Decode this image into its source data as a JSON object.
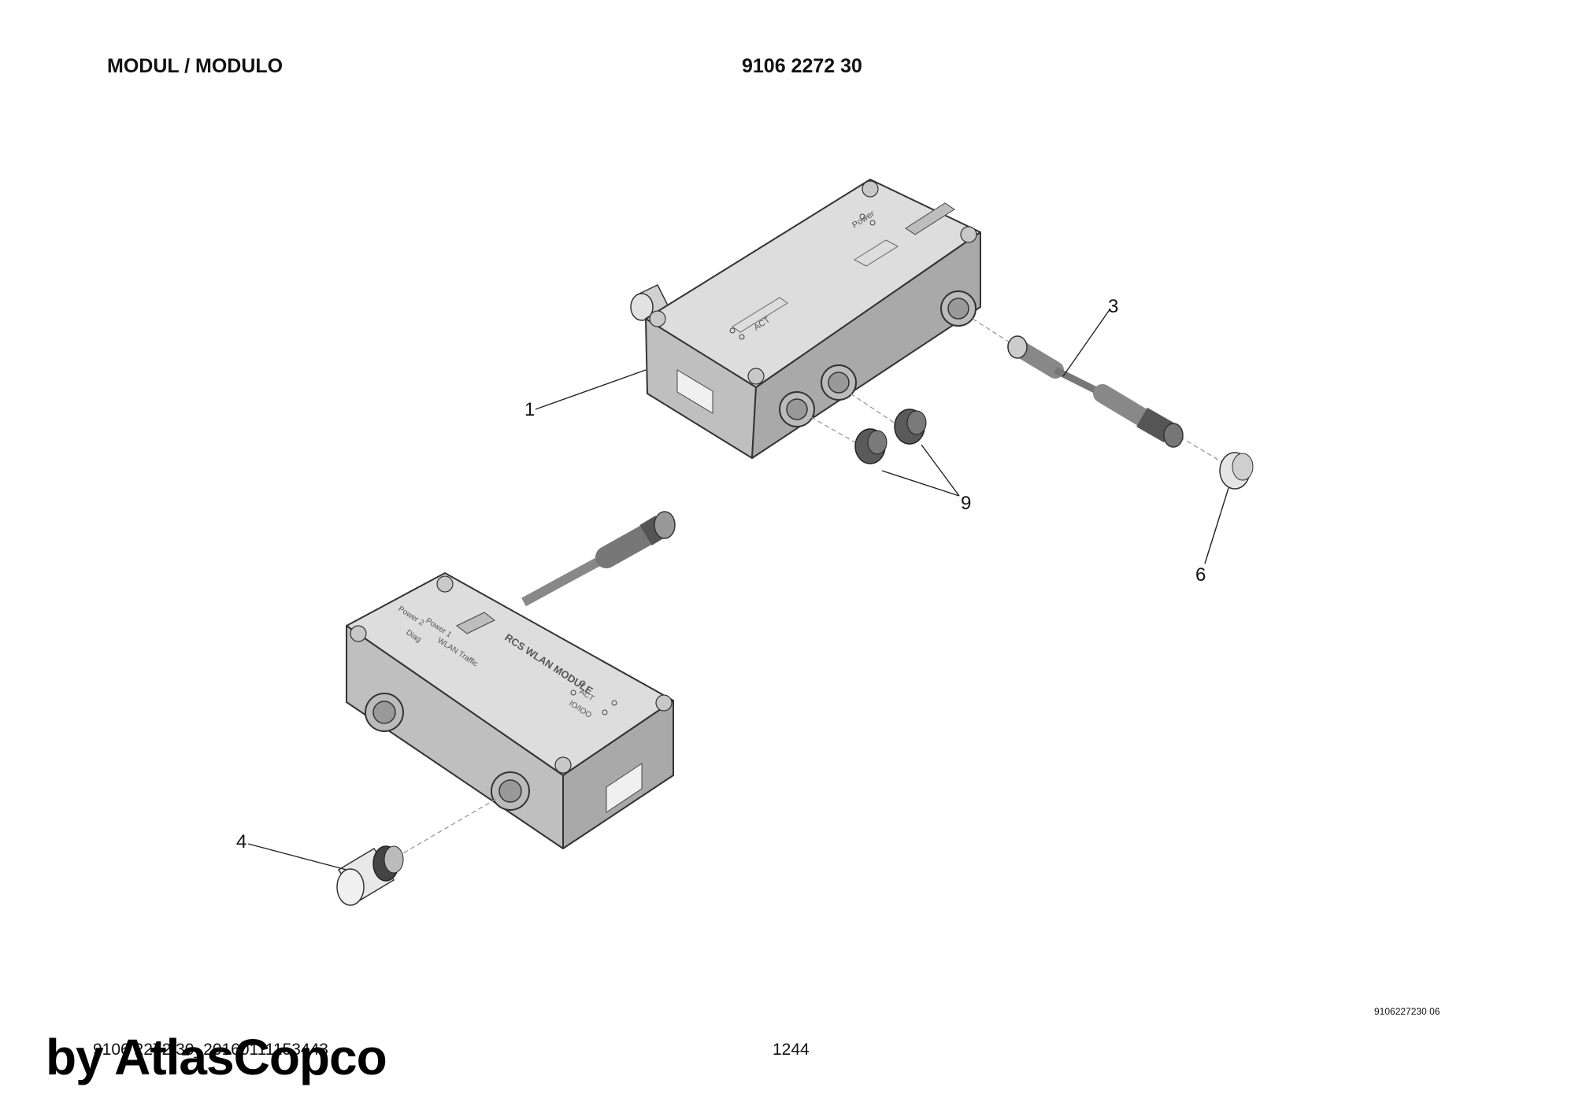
{
  "header": {
    "title": "MODUL / MODULO",
    "part_number": "9106 2272 30"
  },
  "callouts": [
    "1",
    "3",
    "9",
    "6",
    "4"
  ],
  "module_labels": {
    "top_led_1": "Power",
    "top_led_2": "ACT",
    "bottom_title": "RCS WLAN MODULE",
    "bottom_power1": "Power 1",
    "bottom_power2": "Power 2",
    "bottom_wlan": "WLAN Traffic",
    "bottom_diag": "Diag",
    "bottom_act": "ACT",
    "bottom_io": "IO/IOO"
  },
  "drawing_ref": "9106227230 06",
  "footer": {
    "document_id": "9106 2272 30_20160111153443",
    "page": "1244",
    "watermark": "by AtlasCopco"
  },
  "colors": {
    "body_light": "#dcdcdc",
    "body_mid": "#bdbdbd",
    "body_dark": "#a3a3a3",
    "outline": "#333333",
    "cap_dark": "#555555"
  }
}
